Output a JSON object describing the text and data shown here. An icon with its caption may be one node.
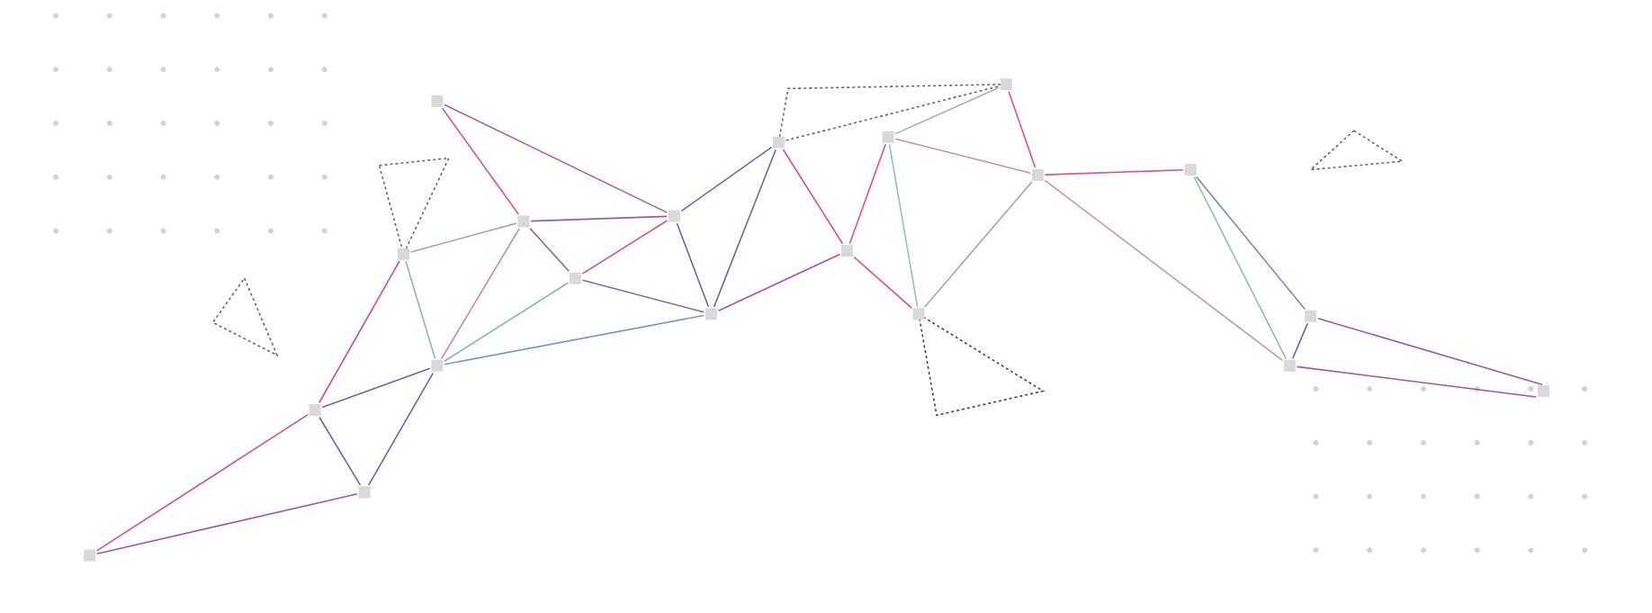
{
  "diagram": {
    "nodes": [
      {
        "text": [],
        "shape": "box"
      },
      {
        "text": [],
        "shape": "box"
      },
      {
        "text": [],
        "shape": "box"
      },
      {
        "text": [],
        "shape": "box"
      },
      {
        "text": [],
        "shape": "box"
      },
      {
        "text": [],
        "shape": "box"
      },
      {
        "text": [],
        "shape": "box"
      },
      {
        "text": [],
        "shape": "box"
      },
      {
        "text": [],
        "shape": "box"
      },
      {
        "text": [],
        "shape": "box"
      },
      {
        "text": [],
        "shape": "box"
      },
      {
        "text": [],
        "shape": "box"
      },
      {
        "text": [],
        "shape": "box"
      },
      {
        "text": [],
        "shape": "box"
      },
      {
        "text": [],
        "shape": "box"
      },
      {
        "text": [],
        "shape": "box"
      },
      {
        "text": [],
        "shape": "box"
      },
      {
        "text": [],
        "shape": "box"
      },
      {
        "text": [],
        "shape": "box"
      },
      {
        "text": [],
        "shape": "box"
      }
    ],
    "edges": [
      {
        "from": 0,
        "to": 1,
        "arrow": "none",
        "color": "#e0508a"
      },
      {
        "from": 0,
        "to": 4,
        "arrow": "none",
        "color": "#a8609a"
      },
      {
        "from": 1,
        "to": 4,
        "arrow": "none",
        "color": "#9a5aa8"
      },
      {
        "from": 1,
        "to": 2,
        "arrow": "none",
        "color": "#b89aa8"
      },
      {
        "from": 1,
        "to": 3,
        "arrow": "none",
        "color": "#8a62ac"
      },
      {
        "from": 1,
        "to": 5,
        "arrow": "none",
        "color": "#c88a9c"
      },
      {
        "from": 2,
        "to": 5,
        "arrow": "none",
        "color": "#9ab4a8"
      },
      {
        "from": 2,
        "to": 6,
        "arrow": "none",
        "color": "#c8508a"
      },
      {
        "from": 3,
        "to": 4,
        "arrow": "none",
        "color": "#d0508a"
      },
      {
        "from": 3,
        "to": 5,
        "arrow": "none",
        "color": "#7ab0b4"
      },
      {
        "from": 3,
        "to": 9,
        "arrow": "none",
        "color": "#7070b0"
      },
      {
        "from": 4,
        "to": 9,
        "arrow": "none",
        "color": "#6a64b0"
      },
      {
        "from": 4,
        "to": 10,
        "arrow": "none",
        "color": "#6a64b0"
      },
      {
        "from": 5,
        "to": 6,
        "arrow": "none",
        "color": "#6a64b0"
      },
      {
        "from": 5,
        "to": 7,
        "arrow": "none",
        "color": "#6a64b0"
      },
      {
        "from": 5,
        "to": 9,
        "arrow": "none",
        "color": "#7a9ab8"
      },
      {
        "from": 6,
        "to": 7,
        "arrow": "none",
        "color": "#6a64b0"
      },
      {
        "from": 6,
        "to": 8,
        "arrow": "none",
        "color": "#d0508a"
      },
      {
        "from": 7,
        "to": 8,
        "arrow": "none",
        "color": "#a058a0"
      },
      {
        "from": 9,
        "to": 11,
        "arrow": "none",
        "color": "#b0509a"
      },
      {
        "from": 10,
        "to": 9,
        "arrow": "none",
        "color": "#6a64b0"
      },
      {
        "from": 10,
        "to": 11,
        "arrow": "none",
        "color": "#d0508a"
      },
      {
        "from": 11,
        "to": 12,
        "arrow": "none",
        "color": "#e0508a"
      },
      {
        "from": 11,
        "to": 13,
        "arrow": "none",
        "color": "#d8508a"
      },
      {
        "from": 12,
        "to": 13,
        "arrow": "none",
        "color": "#90c4b4"
      },
      {
        "from": 12,
        "to": 14,
        "arrow": "none",
        "color": "#a8b0b0"
      },
      {
        "from": 12,
        "to": 15,
        "arrow": "none",
        "color": "#c8909c"
      },
      {
        "from": 14,
        "to": 15,
        "arrow": "none",
        "color": "#e0508a"
      },
      {
        "from": 15,
        "to": 16,
        "arrow": "none",
        "color": "#e0508a"
      },
      {
        "from": 15,
        "to": 13,
        "arrow": "none",
        "color": "#b0a0a8"
      },
      {
        "from": 15,
        "to": 18,
        "arrow": "none",
        "color": "#c09aa8"
      },
      {
        "from": 16,
        "to": 18,
        "arrow": "none",
        "color": "#9ab8b0"
      },
      {
        "from": 16,
        "to": 17,
        "arrow": "none",
        "color": "#7a8cbc"
      },
      {
        "from": 17,
        "to": 18,
        "arrow": "none",
        "color": "#6a64b0"
      },
      {
        "from": 17,
        "to": 19,
        "arrow": "none",
        "color": "#a058a0"
      },
      {
        "from": 18,
        "to": 19,
        "arrow": "none",
        "color": "#a058a0"
      },
      {
        "from": 10,
        "to": 14,
        "arrow": "none",
        "style": "dashed",
        "color": "#666666"
      }
    ]
  }
}
